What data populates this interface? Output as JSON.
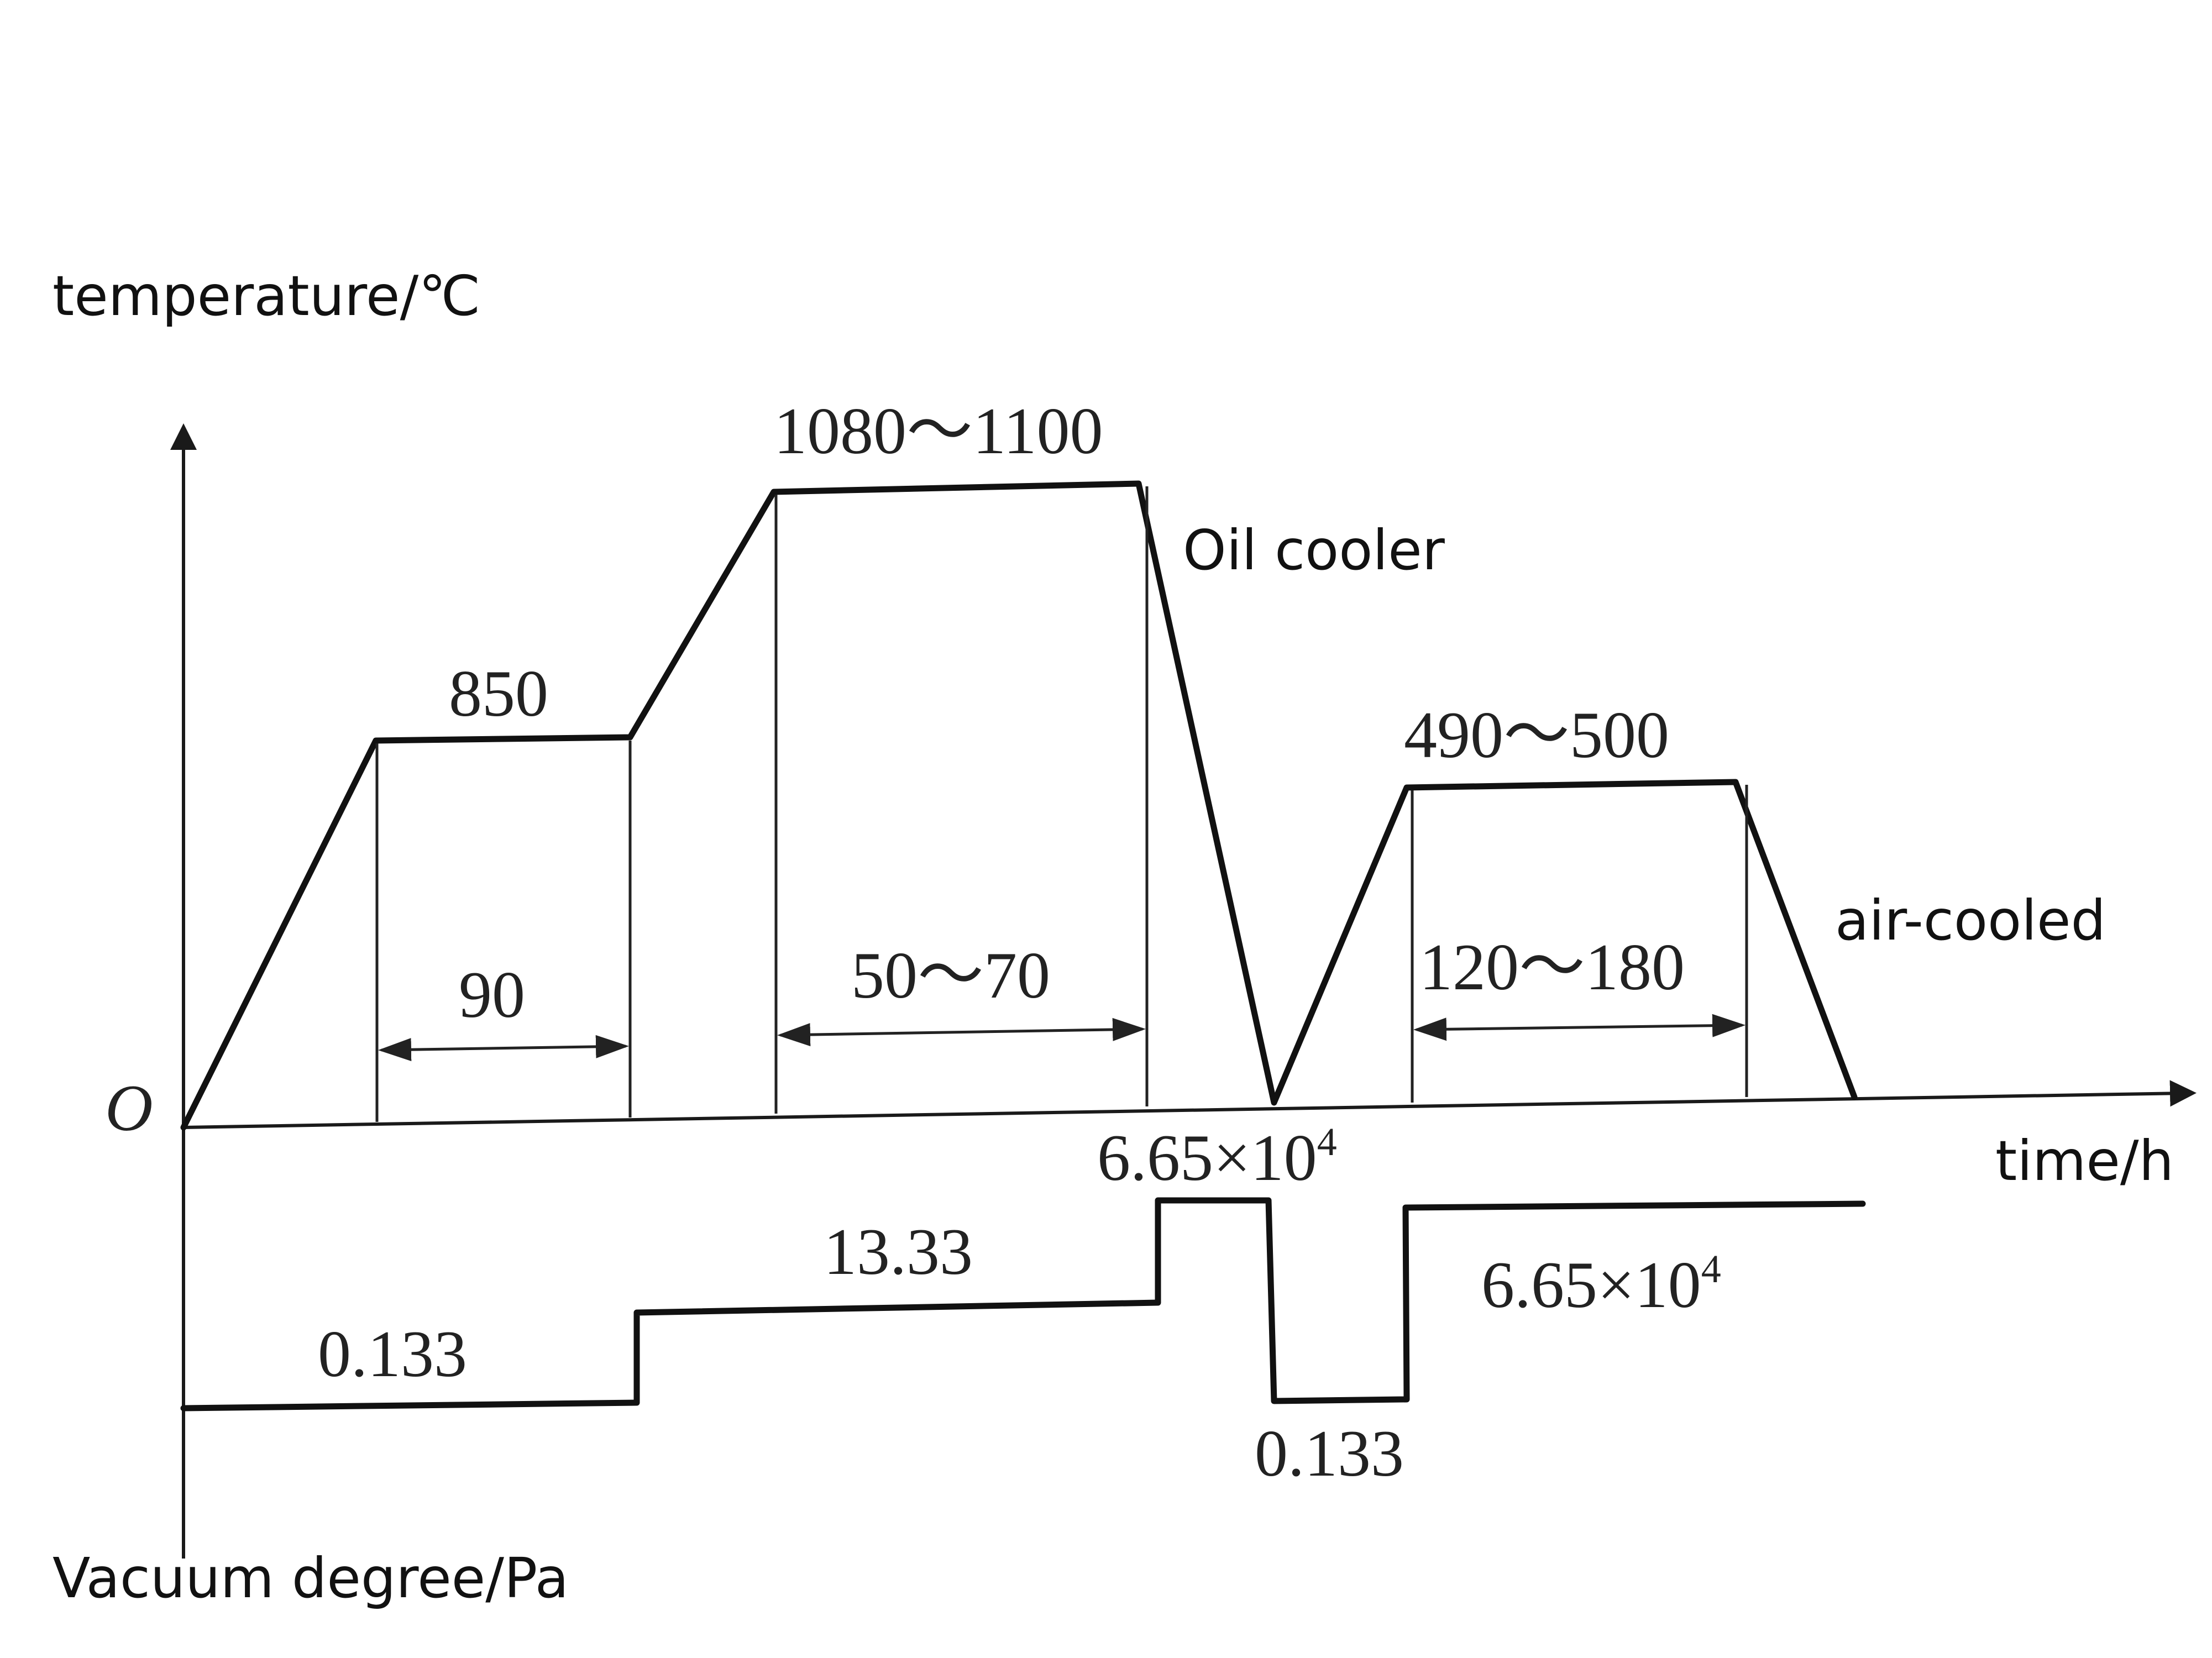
{
  "labels": {
    "temperature_axis": "temperature/℃",
    "time_axis": "time/h",
    "vacuum_axis": "Vacuum degree/Pa",
    "origin": "O",
    "oil_cooler": "Oil cooler",
    "air_cooled": "air-cooled"
  },
  "temperature": {
    "preheat": "850",
    "austenitize": "1080～1100",
    "temper": "490～500"
  },
  "durations": {
    "preheat": "90",
    "austenitize": "50～70",
    "temper": "120～180"
  },
  "vacuum": {
    "preheat_base": "0.133",
    "heating": "13.33",
    "quench_mantissa": "6.65×10",
    "quench_exponent": "4",
    "low": "0.133",
    "temper_mantissa": "6.65×10",
    "temper_exponent": "4"
  },
  "colors": {
    "line": "#111111",
    "background": "#ffffff"
  }
}
